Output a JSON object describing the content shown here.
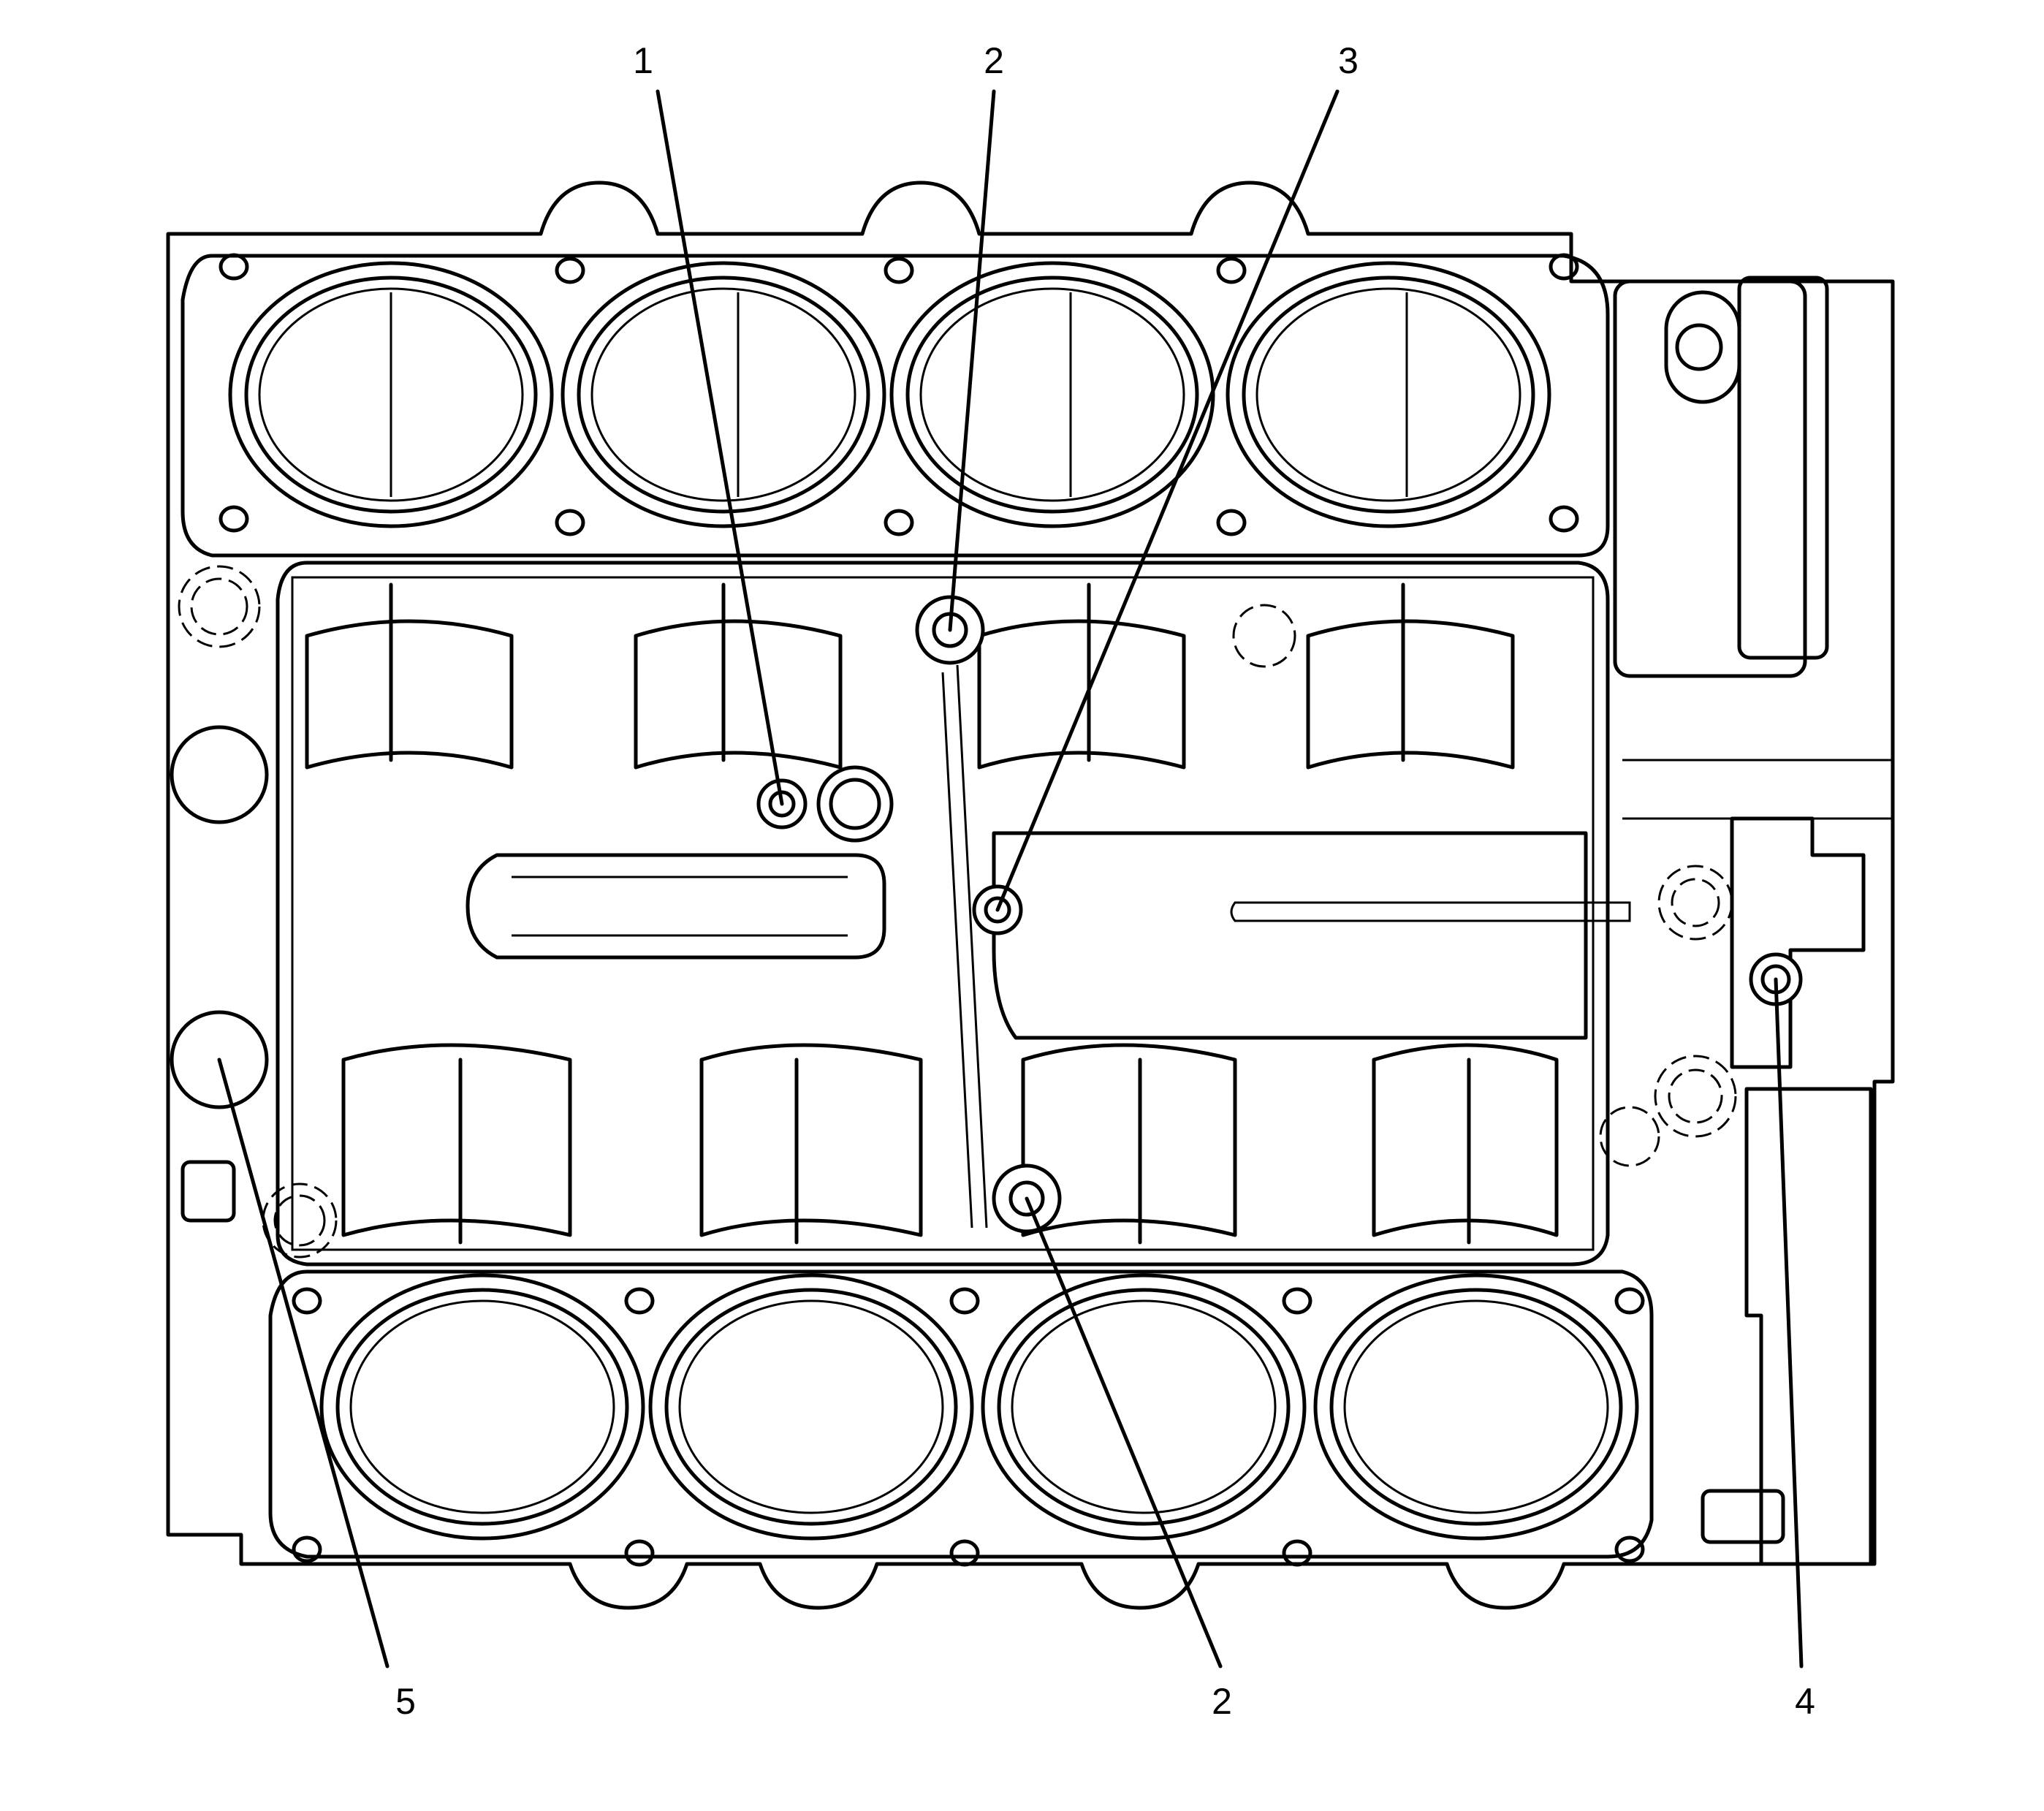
{
  "diagram": {
    "callouts": [
      {
        "id": "c1",
        "label": "1"
      },
      {
        "id": "c2a",
        "label": "2"
      },
      {
        "id": "c3",
        "label": "3"
      },
      {
        "id": "c2b",
        "label": "2"
      },
      {
        "id": "c4",
        "label": "4"
      },
      {
        "id": "c5",
        "label": "5"
      }
    ]
  }
}
